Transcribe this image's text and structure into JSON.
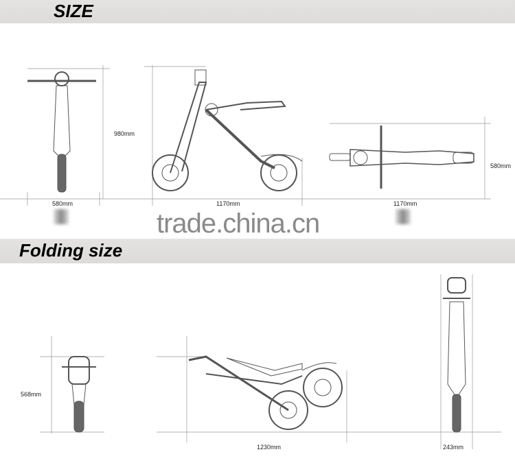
{
  "sections": {
    "size": {
      "title": "SIZE",
      "dims": {
        "front_width": "580mm",
        "height": "980mm",
        "side_length": "1170mm",
        "top_length": "1170mm",
        "top_width": "580mm"
      }
    },
    "folding": {
      "title": "Folding size",
      "dims": {
        "height": "568mm",
        "length": "1230mm",
        "width": "243mm"
      }
    }
  },
  "watermark": "trade.china.cn",
  "colors": {
    "band": "#e0dfde",
    "line": "#555555"
  }
}
